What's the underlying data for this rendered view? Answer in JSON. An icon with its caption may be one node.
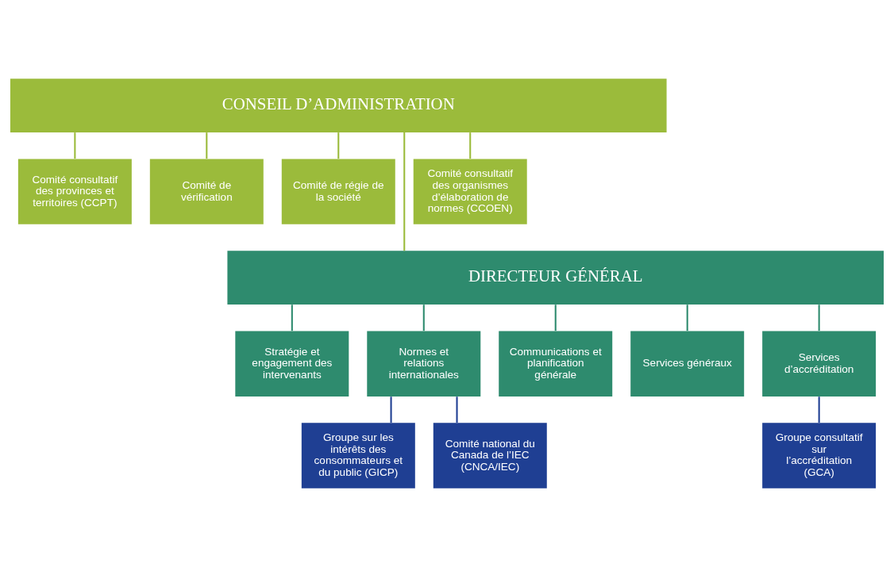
{
  "diagram": {
    "nodes": [
      {
        "text": [
          "CONSEIL D’ADMINISTRATION"
        ]
      },
      {
        "text": [
          "Comité consultatif des provinces et territoires (CCPT)"
        ]
      },
      {
        "text": [
          "Comité de vérification"
        ]
      },
      {
        "text": [
          "Comité de régie de la société"
        ]
      },
      {
        "text": [
          "Comité consultatif des organismes d’élaboration de normes (CCOEN)"
        ]
      },
      {
        "text": [
          "DIRECTEUR GÉNÉRAL"
        ]
      },
      {
        "text": [
          "Stratégie et engagement des intervenants"
        ]
      },
      {
        "text": [
          "Normes et relations internationales"
        ]
      },
      {
        "text": [
          "Communications et planification générale"
        ]
      },
      {
        "text": [
          "Services généraux"
        ]
      },
      {
        "text": [
          "Services d’accréditation"
        ]
      },
      {
        "text": [
          "Groupe sur les intérêts des consommateurs et du public (GICP)"
        ]
      },
      {
        "text": [
          "Comité national du Canada de l’IEC (CNCA/IEC)"
        ]
      },
      {
        "text": [
          "Groupe consultatif sur l’accréditation (GCA)"
        ]
      }
    ],
    "edges": [
      {
        "from": 0,
        "to": 1,
        "arrow": "none"
      },
      {
        "from": 0,
        "to": 2,
        "arrow": "none"
      },
      {
        "from": 0,
        "to": 5,
        "arrow": "none"
      },
      {
        "from": 0,
        "to": 3,
        "arrow": "none"
      },
      {
        "from": 0,
        "to": 4,
        "arrow": "none"
      },
      {
        "from": 5,
        "to": 6,
        "arrow": "none",
        "color": "#2e8b6e"
      },
      {
        "from": 5,
        "to": 7,
        "arrow": "none",
        "color": "#2e8b6e"
      },
      {
        "from": 5,
        "to": 8,
        "arrow": "none",
        "color": "#2e8b6e"
      },
      {
        "from": 5,
        "to": 9,
        "arrow": "none",
        "color": "#2e8b6e"
      },
      {
        "from": 5,
        "to": 10,
        "arrow": "none",
        "color": "#2e8b6e"
      },
      {
        "from": 7,
        "to": 11,
        "arrow": "none",
        "color": "#1f3f93"
      },
      {
        "from": 7,
        "to": 12,
        "arrow": "none",
        "color": "#1f3f93"
      },
      {
        "from": 10,
        "to": 13,
        "arrow": "none",
        "color": "#1f3f93"
      }
    ]
  }
}
